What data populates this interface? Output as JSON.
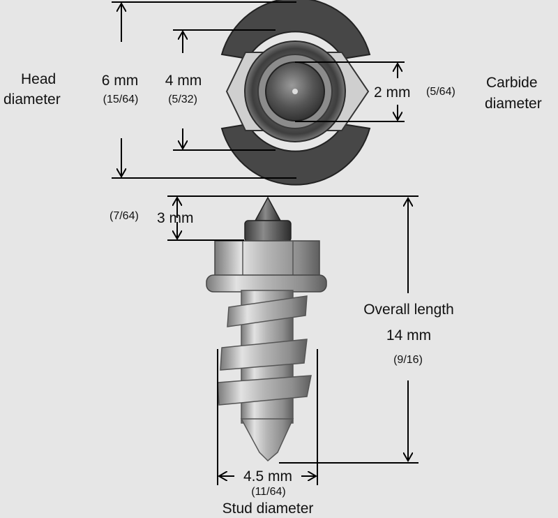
{
  "head": {
    "label_line1": "Head",
    "label_line2": "diameter",
    "outer": {
      "metric": "6 mm",
      "imperial": "(15/64)"
    },
    "inner": {
      "metric": "4 mm",
      "imperial": "(5/32)"
    }
  },
  "carbide": {
    "metric": "2 mm",
    "imperial": "(5/64)",
    "label_line1": "Carbide",
    "label_line2": "diameter"
  },
  "tip": {
    "metric": "3 mm",
    "imperial": "(7/64)"
  },
  "overall": {
    "label": "Overall length",
    "metric": "14 mm",
    "imperial": "(9/16)"
  },
  "stud": {
    "metric": "4.5 mm",
    "imperial": "(11/64)",
    "label": "Stud diameter"
  },
  "colors": {
    "background": "#e6e6e6",
    "line": "#000000",
    "metal": "#b9b9b9",
    "carbide": "#555555"
  }
}
